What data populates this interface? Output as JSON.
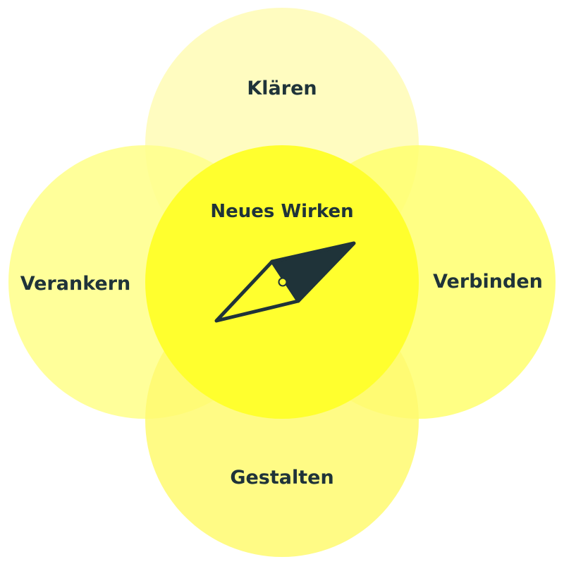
{
  "diagram": {
    "center": {
      "label": "Neues Wirken",
      "icon": "compass-needle-icon"
    },
    "top": {
      "label": "Klären"
    },
    "left": {
      "label": "Verankern"
    },
    "right": {
      "label": "Verbinden"
    },
    "bottom": {
      "label": "Gestalten"
    }
  },
  "colors": {
    "top_circle": "#fffcc0",
    "left_circle": "#ffff8c",
    "right_circle": "#ffff6e",
    "bottom_circle": "#fffc7a",
    "center_circle": "#ffff2e",
    "text": "#1f3339",
    "icon": "#1f3339"
  }
}
